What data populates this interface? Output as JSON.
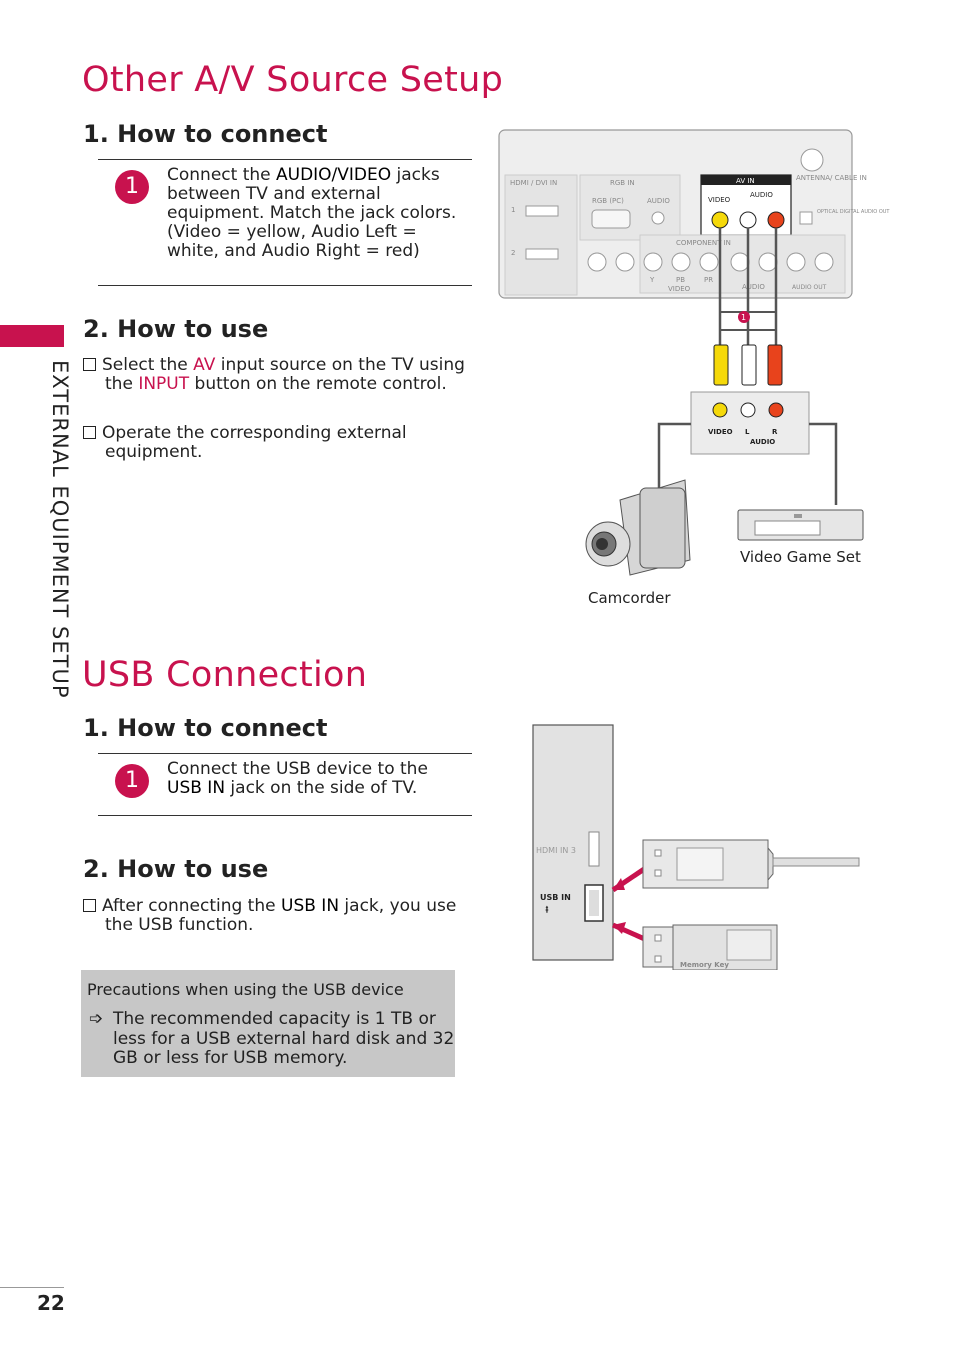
{
  "side_tab": {
    "label": "EXTERNAL EQUIPMENT SETUP"
  },
  "page_number": "22",
  "av_section": {
    "title": "Other A/V Source Setup",
    "connect_heading": "1. How to connect",
    "step_number": "1",
    "connect_text_pre": "Connect the ",
    "connect_text_bold": "AUDIO/VIDEO",
    "connect_text_post": " jacks between TV and external equipment. Match the jack colors. (Video = yellow, Audio Left = white, and Audio Right = red)",
    "use_heading": "2. How to use",
    "use_item1_pre": "Select the ",
    "use_item1_av": "AV",
    "use_item1_mid": " input source on the TV using the ",
    "use_item1_input": "INPUT",
    "use_item1_post": " button on the remote control.",
    "use_item2": "Operate the corresponding external equipment."
  },
  "av_diagram": {
    "hdmi_label": "HDMI / DVI IN",
    "rgb_in": "RGB IN",
    "rgb_pc": "RGB (PC)",
    "audio": "AUDIO",
    "av_in": "AV IN",
    "video": "VIDEO",
    "antenna": "ANTENNA/ CABLE IN",
    "optical": "OPTICAL DIGITAL AUDIO OUT",
    "component_in": "COMPONENT IN",
    "audio_out": "AUDIO OUT",
    "port1": "1",
    "port2": "2",
    "y": "Y",
    "pb": "PB",
    "pr": "PR",
    "marker": "1",
    "dev_video": "VIDEO",
    "dev_l": "L",
    "dev_r": "R",
    "dev_audio": "AUDIO",
    "camcorder": "Camcorder",
    "game_set": "Video Game Set"
  },
  "usb_section": {
    "title": "USB Connection",
    "connect_heading": "1. How to connect",
    "step_number": "1",
    "connect_text_pre": "Connect the USB device to the ",
    "connect_text_bold": "USB IN",
    "connect_text_post": " jack on the side of TV.",
    "use_heading": "2. How to use",
    "use_item1_pre": "After connecting the ",
    "use_item1_bold": "USB IN",
    "use_item1_post": " jack, you use the USB function.",
    "precaution_title": "Precautions when using the USB device",
    "precaution_text": "The recommended capacity is 1 TB or less for a USB external hard disk and 32 GB or less for USB memory."
  },
  "usb_diagram": {
    "hdmi_in3": "HDMI IN 3",
    "usb_in": "USB IN",
    "memory_key": "Memory Key"
  },
  "colors": {
    "accent": "#c8124e",
    "yellow": "#f5d90a",
    "red": "#e8431c"
  }
}
